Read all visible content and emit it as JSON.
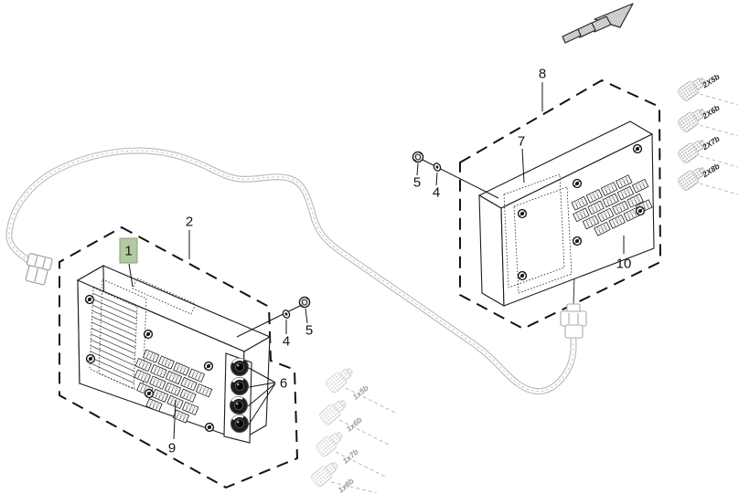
{
  "diagram": {
    "callouts": {
      "part1": "1",
      "part2": "2",
      "part4": "4",
      "part5": "5",
      "part6": "6",
      "part7": "7",
      "part8": "8",
      "part9": "9",
      "part10": "10"
    },
    "top_connectors": [
      "2X5b",
      "2X6b",
      "2X7b",
      "2X8b"
    ],
    "bottom_connectors": [
      "1x5b",
      "1x6b",
      "1x7b",
      "1x8b"
    ],
    "colors": {
      "highlight": "#b4c9a1",
      "highlight_border": "#86a172",
      "ink": "#1a1a1a",
      "cable": "#bdbdbd",
      "muted": "#9a9a9a"
    }
  }
}
